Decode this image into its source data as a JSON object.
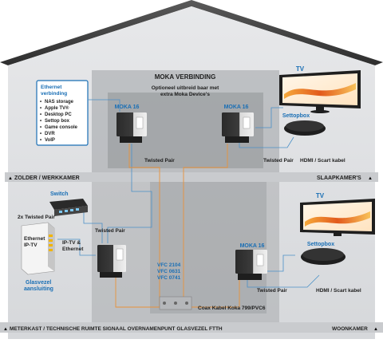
{
  "title": "MOKA VERBINDING",
  "subtitle_line1": "Optioneel uitbreid baar met",
  "subtitle_line2": "extra Moka Device's",
  "ethernet_box": {
    "heading_line1": "Ethernet",
    "heading_line2": "verbinding",
    "items": [
      "NAS storage",
      "Apple TV®",
      "Desktop PC",
      "Settop box",
      "Game console",
      "DVR",
      "VoIP"
    ]
  },
  "devices": {
    "moka_left": "MOKA 16",
    "moka_right": "MOKA 16",
    "moka_bottom": "MOKA 16",
    "tv_top": "TV",
    "tv_bottom": "TV",
    "settopbox_top": "Settopbox",
    "settopbox_bottom": "Settopbox",
    "switch": "Switch",
    "ethernet_iptv_line1": "Ethernet",
    "ethernet_iptv_line2": "IP-TV",
    "glasvezel_line1": "Glasvezel",
    "glasvezel_line2": "aansluiting"
  },
  "labels": {
    "twisted_pair_upper_left": "Twisted Pair",
    "twisted_pair_upper_right": "Twisted Pair",
    "hdmi_scart_upper": "HDMI / Scart kabel",
    "twisted_pair_mid": "Twisted Pair",
    "two_twisted_pair": "2x Twisted Pair",
    "iptv_ethernet_line1": "IP-TV &",
    "iptv_ethernet_line2": "Ethernet",
    "vfc_1": "VFC 2104",
    "vfc_2": "VFC 0631",
    "vfc_3": "VFC 0741",
    "coax": "Coax Kabel Koka 799/PVC6",
    "twisted_pair_lower_right": "Twisted Pair",
    "hdmi_scart_lower": "HDMI / Scart kabel"
  },
  "floors": {
    "upper_left": "ZOLDER / WERKKAMER",
    "upper_right": "SLAAPKAMER'S",
    "lower_left": "METERKAST / TECHNISCHE RUIMTE SIGNAAL OVERNAMENPUNT GLASVEZEL FTTH",
    "lower_right": "WOONKAMER"
  },
  "colors": {
    "accent_blue": "#1a6fb5",
    "roof": "#4a4a4a",
    "coax_orange": "#e8923a"
  }
}
